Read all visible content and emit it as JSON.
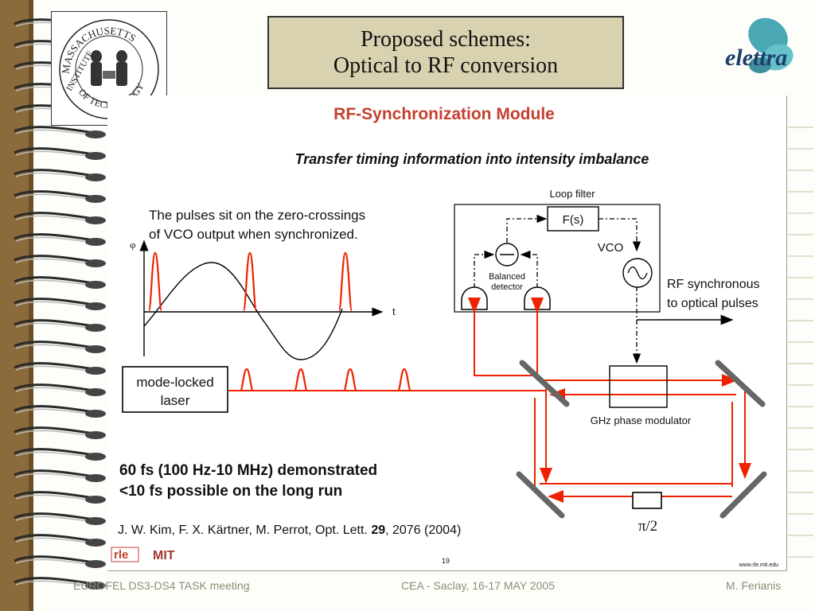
{
  "header": {
    "title_line1": "Proposed schemes:",
    "title_line2": "Optical to RF conversion"
  },
  "logos": {
    "mit_seal_text": "MASSACHUSETTS INSTITUTE OF TECHNOLOGY",
    "elettra": "elettra",
    "rle": "rle",
    "mit": "MIT"
  },
  "slide": {
    "heading": "RF-Synchronization Module",
    "subheading": "Transfer timing information into intensity imbalance",
    "note_line1": "The pulses sit on the zero-crossings",
    "note_line2": "of VCO output when synchronized.",
    "axis_phi": "φ",
    "axis_t": "t",
    "laser_line1": "mode-locked",
    "laser_line2": "laser",
    "loop_filter": "Loop filter",
    "fs": "F(s)",
    "vco": "VCO",
    "balanced_line1": "Balanced",
    "balanced_line2": "detector",
    "rf_line1": "RF synchronous",
    "rf_line2": "to optical pulses",
    "phase_modulator": "GHz phase modulator",
    "pi_half": "π/2",
    "result_line1": "60 fs (100 Hz-10 MHz) demonstrated",
    "result_line2": "<10 fs possible on the long run",
    "reference_prefix": "J. W. Kim, F. X. Kärtner, M. Perrot, Opt. Lett. ",
    "reference_volume": "29",
    "reference_suffix": ", 2076 (2004)",
    "page_number": "19",
    "url": "www.rle.mit.edu"
  },
  "footer": {
    "left": "EUROFEL DS3-DS4 TASK meeting",
    "center": "CEA - Saclay, 16-17 MAY 2005",
    "right": "M. Ferianis"
  },
  "colors": {
    "laser_red": "#ee2200",
    "title_bg": "#d9d2b0",
    "footer_text": "#8a8f76",
    "spiral_brown": "#8b6b3c"
  }
}
